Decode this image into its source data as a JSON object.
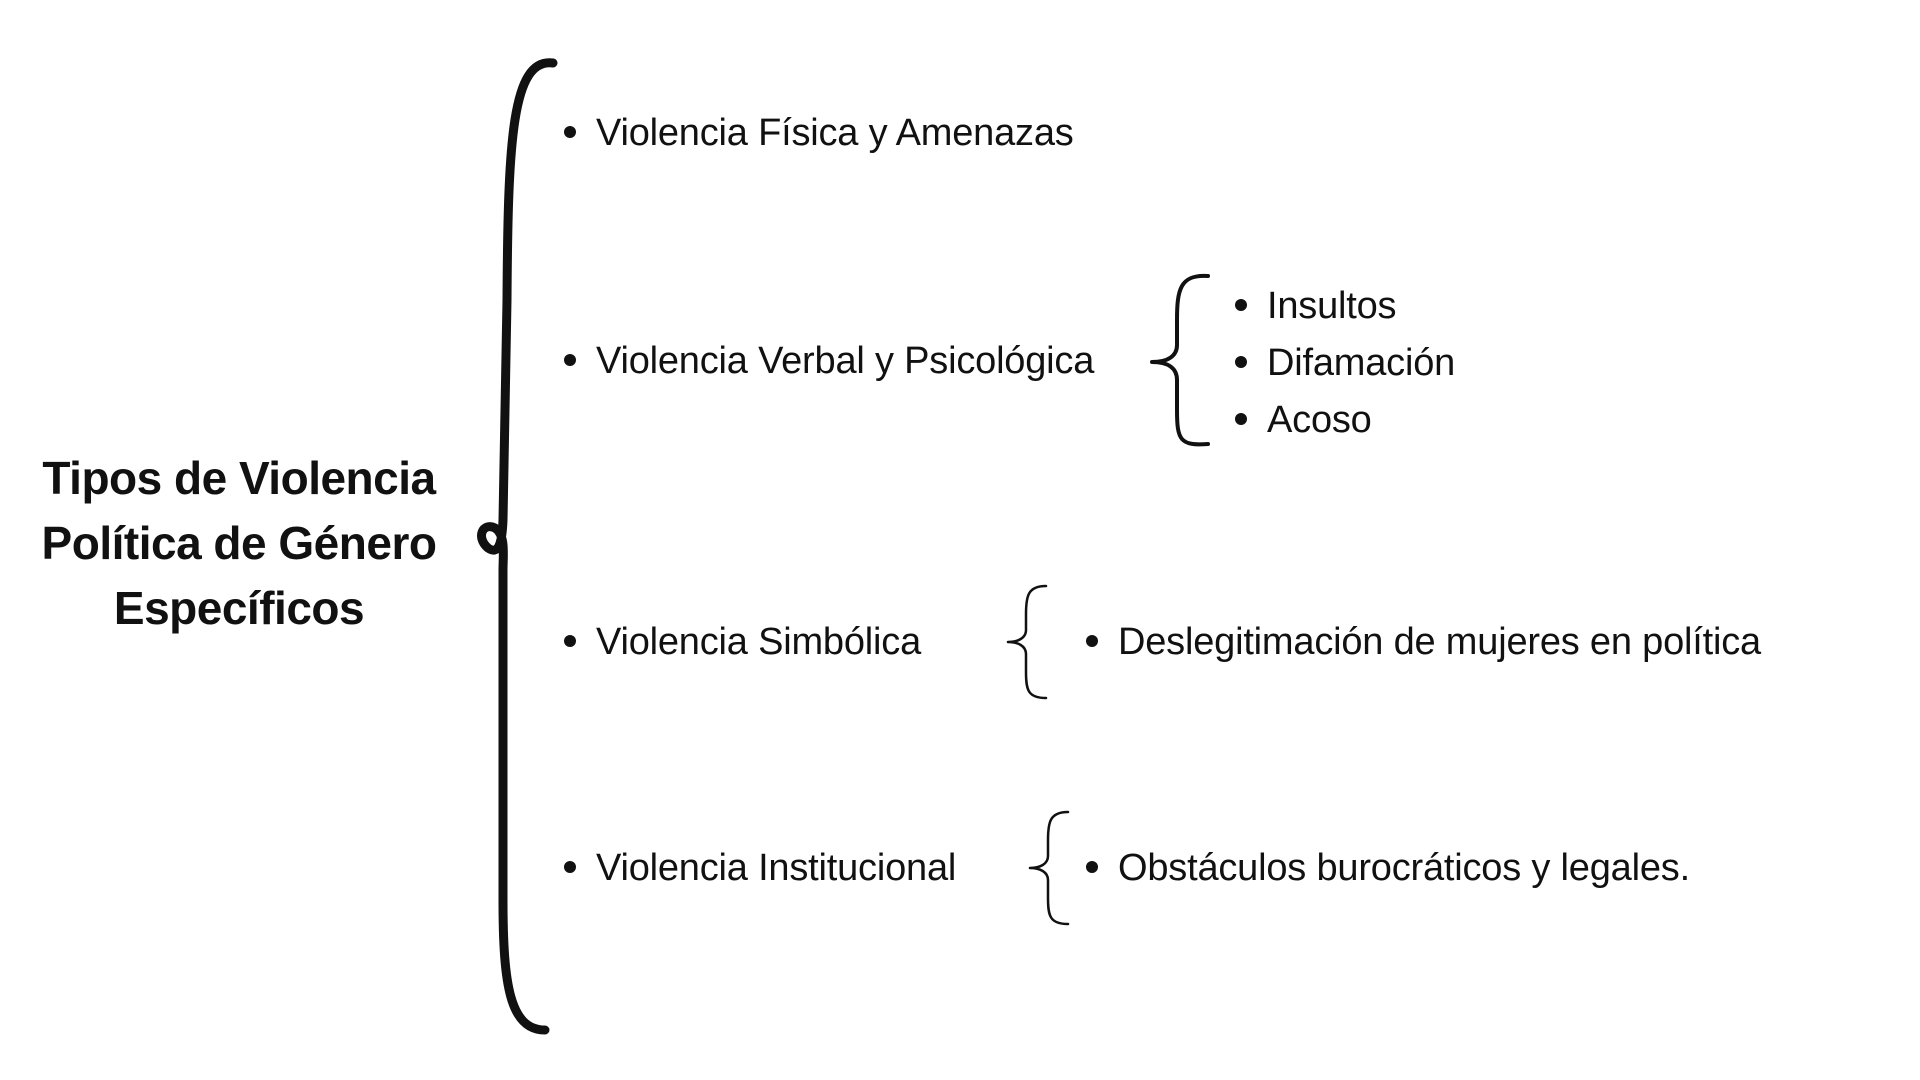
{
  "title": {
    "line1": "Tipos de Violencia",
    "line2": "Política de Género",
    "line3": "Específicos"
  },
  "categories": [
    {
      "label": "Violencia Física y Amenazas",
      "subitems": []
    },
    {
      "label": "Violencia Verbal y Psicológica",
      "subitems": [
        "Insultos",
        "Difamación",
        "Acoso"
      ]
    },
    {
      "label": "Violencia Simbólica",
      "subitems": [
        "Deslegitimación de mujeres en política"
      ]
    },
    {
      "label": "Violencia Institucional",
      "subitems": [
        "Obstáculos burocráticos y legales."
      ]
    }
  ],
  "colors": {
    "background": "#ffffff",
    "ink": "#111111"
  }
}
